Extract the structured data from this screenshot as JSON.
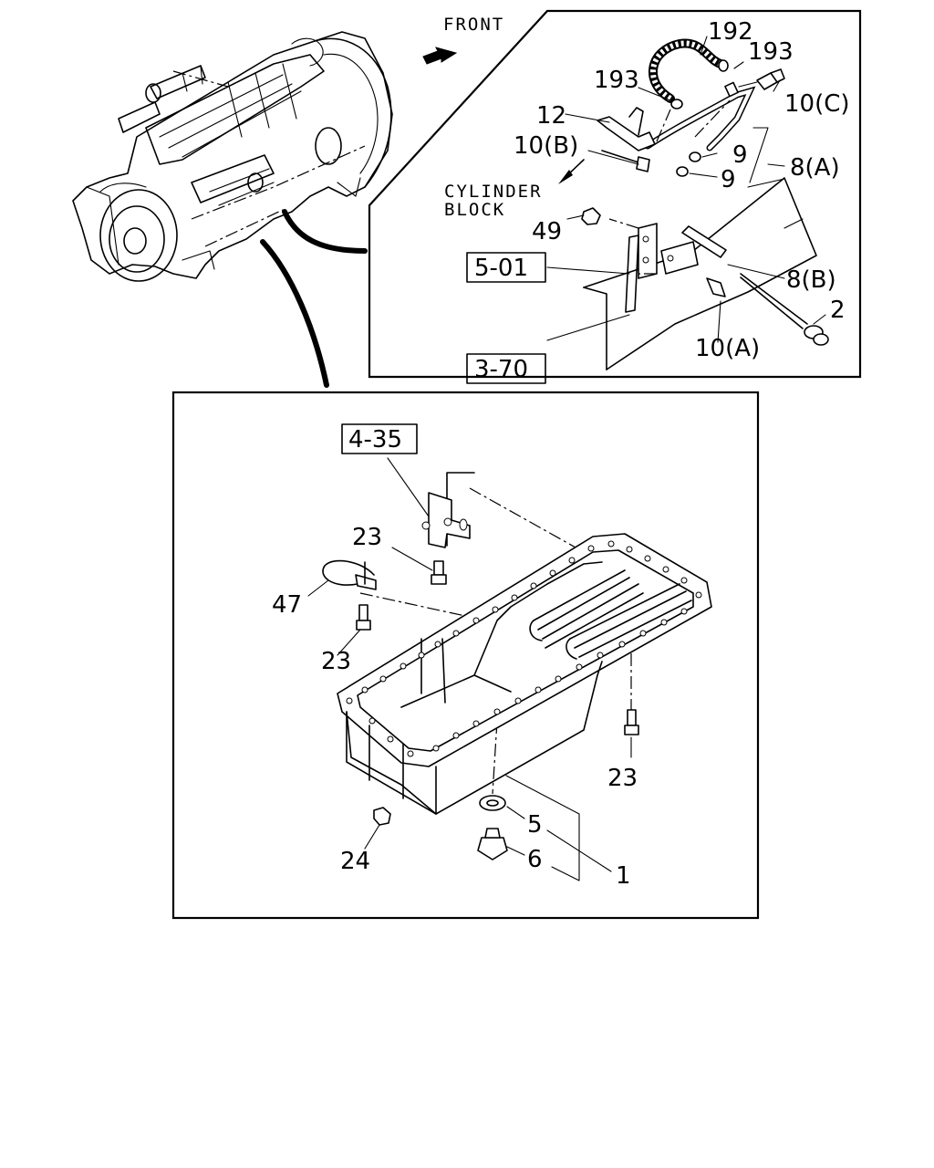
{
  "labels": {
    "front": "FRONT",
    "cylinder_block_line1": "CYLINDER",
    "cylinder_block_line2": "BLOCK",
    "ref_5_01": "5-01",
    "ref_3_70": "3-70",
    "ref_4_35": "4-35",
    "p192": "192",
    "p193_top": "193",
    "p193_left": "193",
    "p10c": "10(C)",
    "p12": "12",
    "p10b": "10(B)",
    "p9_top": "9",
    "p9_bottom": "9",
    "p8a": "8(A)",
    "p49": "49",
    "p8b": "8(B)",
    "p2": "2",
    "p10a": "10(A)",
    "p23_top": "23",
    "p47": "47",
    "p23_left": "23",
    "p23_right": "23",
    "p24": "24",
    "p5": "5",
    "p6": "6",
    "p1": "1"
  }
}
